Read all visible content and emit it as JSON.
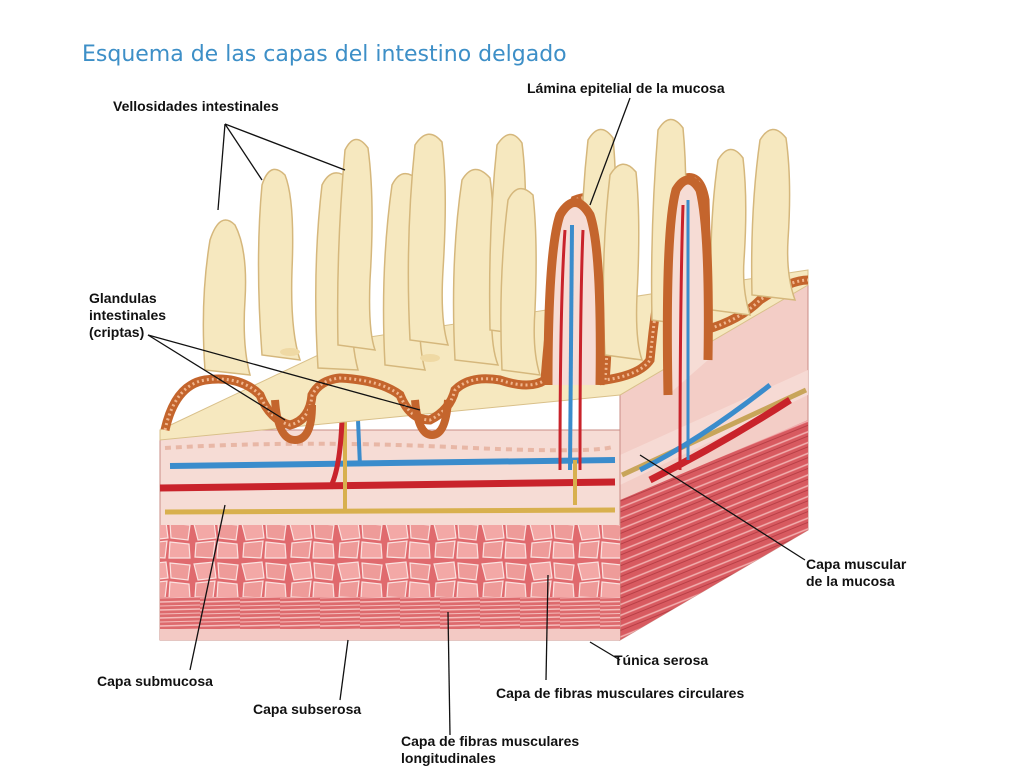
{
  "title": "Esquema de las capas del intestino delgado",
  "labels": {
    "vellosidades": "Vellosidades intestinales",
    "lamina": "Lámina epitelial de la mucosa",
    "glandulas": "Glandulas\nintestinales\n(criptas)",
    "capa_muscular_mucosa": "Capa muscular\nde la mucosa",
    "tunica_serosa": "Túnica serosa",
    "capa_submucosa": "Capa submucosa",
    "capa_subserosa": "Capa subserosa",
    "fibras_circulares": "Capa de fibras musculares circulares",
    "fibras_longitudinales": "Capa de fibras musculares\nlongitudinales"
  },
  "colors": {
    "title": "#3d8fc7",
    "villus": "#f6e8bf",
    "epithelium": "#c4652d",
    "submucosa": "#f6dcd5",
    "muscle": "#d95a60",
    "artery": "#c9232b",
    "vein": "#3a8ccc",
    "nerve": "#d8b04e"
  }
}
